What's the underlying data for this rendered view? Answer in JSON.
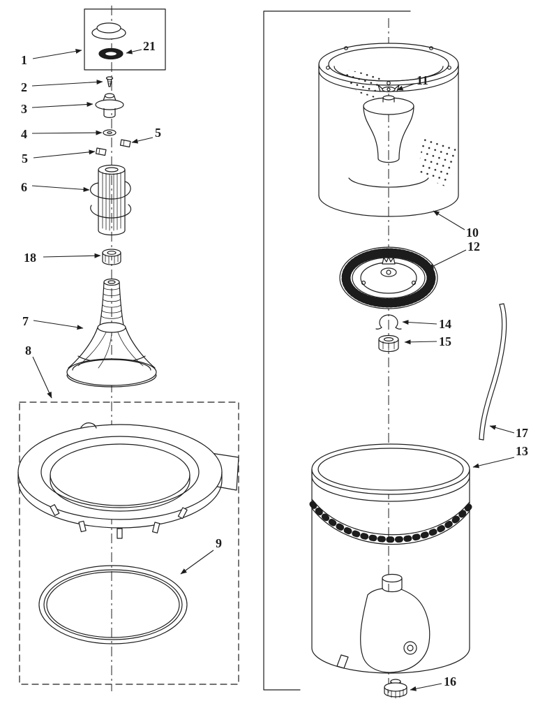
{
  "page": {
    "background": "#ffffff",
    "ink": "#1c1c1c"
  },
  "diagram": {
    "type": "exploded-parts-diagram",
    "callouts": {
      "p1": "1",
      "p2": "2",
      "p3": "3",
      "p4": "4",
      "p5a": "5",
      "p5b": "5",
      "p6": "6",
      "p7": "7",
      "p8": "8",
      "p9": "9",
      "p10": "10",
      "p11": "11",
      "p12": "12",
      "p13": "13",
      "p14": "14",
      "p15": "15",
      "p16": "16",
      "p17": "17",
      "p18": "18",
      "p21": "21"
    }
  }
}
